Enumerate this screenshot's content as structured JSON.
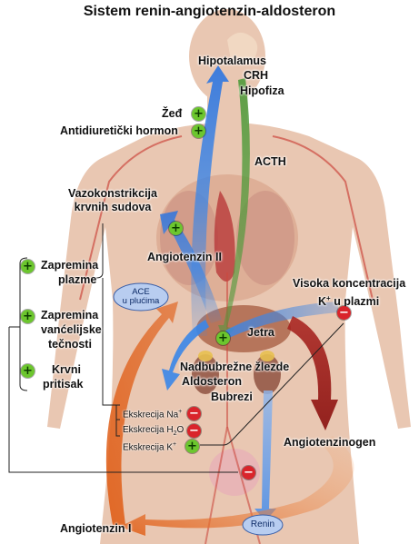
{
  "title": "Sistem  renin-angiotenzin-aldosteron",
  "labels": {
    "hipotalamus": "Hipotalamus",
    "crh": "CRH",
    "hipofiza": "Hipofiza",
    "zed": "Žeđ",
    "adh": "Antidiuretički hormon",
    "acth": "ACTH",
    "vazo1": "Vazokonstrikcija",
    "vazo2": "krvnih sudova",
    "angiotenzin2": "Angiotenzin II",
    "zapremina_plazme_1": "Zapremina",
    "zapremina_plazme_2": "plazme",
    "vance_1": "Zapremina",
    "vance_2": "vanćelijske",
    "vance_3": "tečnosti",
    "krvni_1": "Krvni",
    "krvni_2": "pritisak",
    "ace_1": "ACE",
    "ace_2": "u plućima",
    "visoka_1": "Visoka koncentracija",
    "visoka_2": "K",
    "visoka_2_sup": "+",
    "visoka_2_rest": "u plazmi",
    "jetra": "Jetra",
    "nadbubrezne": "Nadbubrežne žlezde",
    "aldosteron": "Aldosteron",
    "bubrezi": "Bubrezi",
    "eks_na": "Ekskrecija Na",
    "eks_na_sup": "+",
    "eks_h2o_a": "Ekskrecija H",
    "eks_h2o_sub": "2",
    "eks_h2o_b": "O",
    "eks_k": "Ekskrecija K",
    "eks_k_sup": "+",
    "angiotenzinogen": "Angiotenzinogen",
    "renin": "Renin",
    "angiotenzin1": "Angiotenzin I"
  },
  "signs": {
    "plus": "+",
    "minus": "−"
  },
  "colors": {
    "skin": "#e9c7b2",
    "blue_arrow": "#3a86e8",
    "green_arrow": "#4f9a3a",
    "orange_arrow": "#e0601a",
    "red_arrow": "#a8201c",
    "plus_sign": "#6cc62e",
    "minus_sign": "#d9242b"
  }
}
